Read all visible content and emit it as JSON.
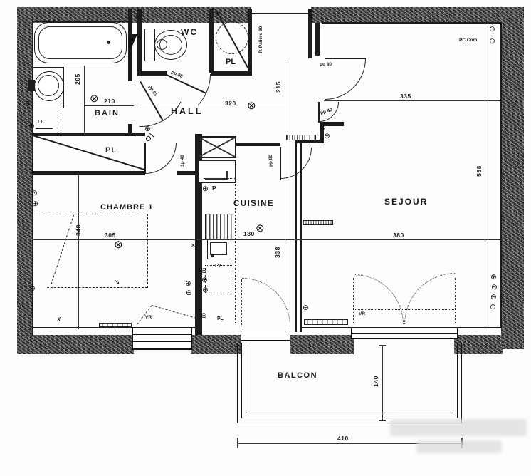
{
  "rooms": {
    "wc": "WC",
    "bain": "BAIN",
    "hall": "HALL",
    "pl_top": "PL",
    "pl_bain": "PL",
    "pl_cuisine": "PL",
    "chambre": "CHAMBRE 1",
    "cuisine": "CUISINE",
    "sejour": "SEJOUR",
    "balcon": "BALCON"
  },
  "dims": {
    "d205": "205",
    "d210": "210",
    "d320": "320",
    "d215": "215",
    "d335": "335",
    "d558": "558",
    "d305": "305",
    "d348": "348",
    "d180": "180",
    "d338": "338",
    "d380": "380",
    "d140": "140",
    "d410": "410"
  },
  "doors": {
    "entrance": "P. Palière 90",
    "po80": "po 80",
    "pp40": "pp 40",
    "pp80_wc": "pp 80",
    "pp63": "pp 63",
    "pp80_cuisine": "pp 80",
    "lp40": "1p 40"
  },
  "ann": {
    "ll": "LL",
    "lv": "LV.",
    "p": "P",
    "pc_com": "PC Com",
    "vr_chambre": "VR",
    "vr_sejour": "VR",
    "x_mark": "X",
    "arrow": "↘"
  },
  "symbols": {
    "light": "⊗",
    "outlet": "⊕",
    "outlet_minus": "⊖",
    "socket": "⊙",
    "cross": "✕"
  }
}
